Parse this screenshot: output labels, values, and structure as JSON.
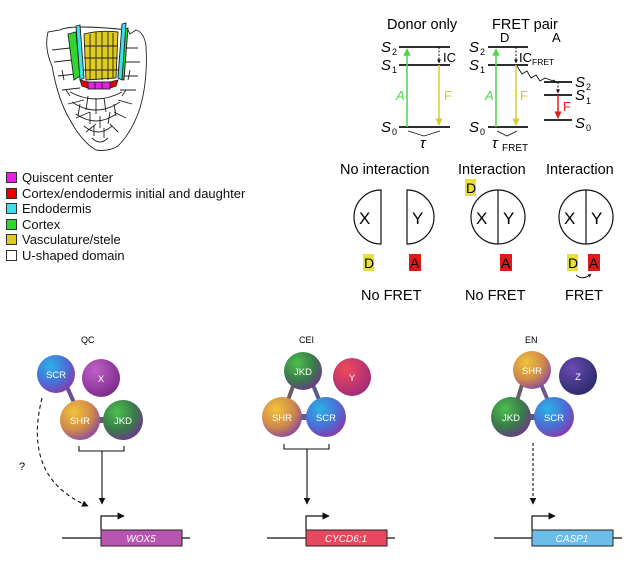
{
  "legend": {
    "items": [
      {
        "label": "Quiscent center",
        "color": "#e61ee6"
      },
      {
        "label": "Cortex/endodermis initial and daughter",
        "color": "#e60000"
      },
      {
        "label": "Endodermis",
        "color": "#3de0e6"
      },
      {
        "label": "Cortex",
        "color": "#2ed62e"
      },
      {
        "label": "Vasculature/stele",
        "color": "#e0cc1a"
      },
      {
        "label": "U-shaped domain",
        "color": "#ffffff"
      }
    ]
  },
  "jablonski": {
    "donor_only_title": "Donor only",
    "fret_pair_title": "FRET pair",
    "donor_label": "D",
    "acceptor_label": "A",
    "states": {
      "s2": "S",
      "s2_sub": "2",
      "s1": "S",
      "s1_sub": "1",
      "s0": "S",
      "s0_sub": "0"
    },
    "ic_label": "IC",
    "ic_fret_label": "IC",
    "ic_fret_sub": "FRET",
    "absorption_label": "A",
    "fluorescence_label": "F",
    "tau_label": "τ",
    "tau_fret_label": "τ",
    "tau_fret_sub": "FRET",
    "colors": {
      "absorption": "#4cd64c",
      "donor_fluorescence": "#e6d84c",
      "acceptor_fluorescence": "#e02020"
    }
  },
  "fret_schematic": {
    "panels": [
      {
        "title": "No interaction",
        "left": "X",
        "right": "Y",
        "donor": "D",
        "acceptor": "A",
        "result": "No FRET"
      },
      {
        "title": "Interaction",
        "left": "X",
        "right": "Y",
        "donor": "D",
        "acceptor": "A",
        "result": "No FRET"
      },
      {
        "title": "Interaction",
        "left": "X",
        "right": "Y",
        "donor": "D",
        "acceptor": "A",
        "result": "FRET"
      }
    ],
    "donor_color": "#e8e034",
    "acceptor_color": "#e01818"
  },
  "complexes": [
    {
      "cell": "QC",
      "proteins": [
        "SCR",
        "X",
        "SHR",
        "JKD"
      ],
      "gene": "WOX5",
      "gene_color": "#b855b0",
      "question": "?"
    },
    {
      "cell": "CEI",
      "proteins": [
        "JKD",
        "Y",
        "SHR",
        "SCR"
      ],
      "gene": "CYCD6;1",
      "gene_color": "#e8485e"
    },
    {
      "cell": "EN",
      "proteins": [
        "SHR",
        "Z",
        "JKD",
        "SCR"
      ],
      "gene": "CASP1",
      "gene_color": "#6cbde8"
    }
  ]
}
